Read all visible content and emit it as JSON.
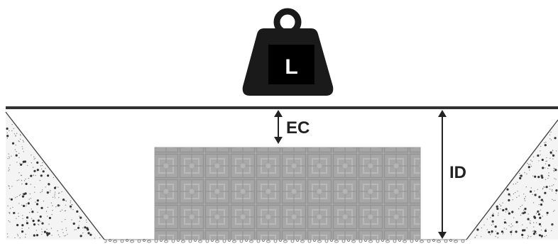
{
  "load": {
    "label": "L"
  },
  "dimensions": {
    "embedment_cover": "EC",
    "installation_depth": "ID"
  },
  "colors": {
    "weight": "#1a1a1a",
    "module_fill": "#a6a6a6",
    "module_line": "#8e8e8e",
    "ground_line": "#333333",
    "gravel": "#666666"
  }
}
